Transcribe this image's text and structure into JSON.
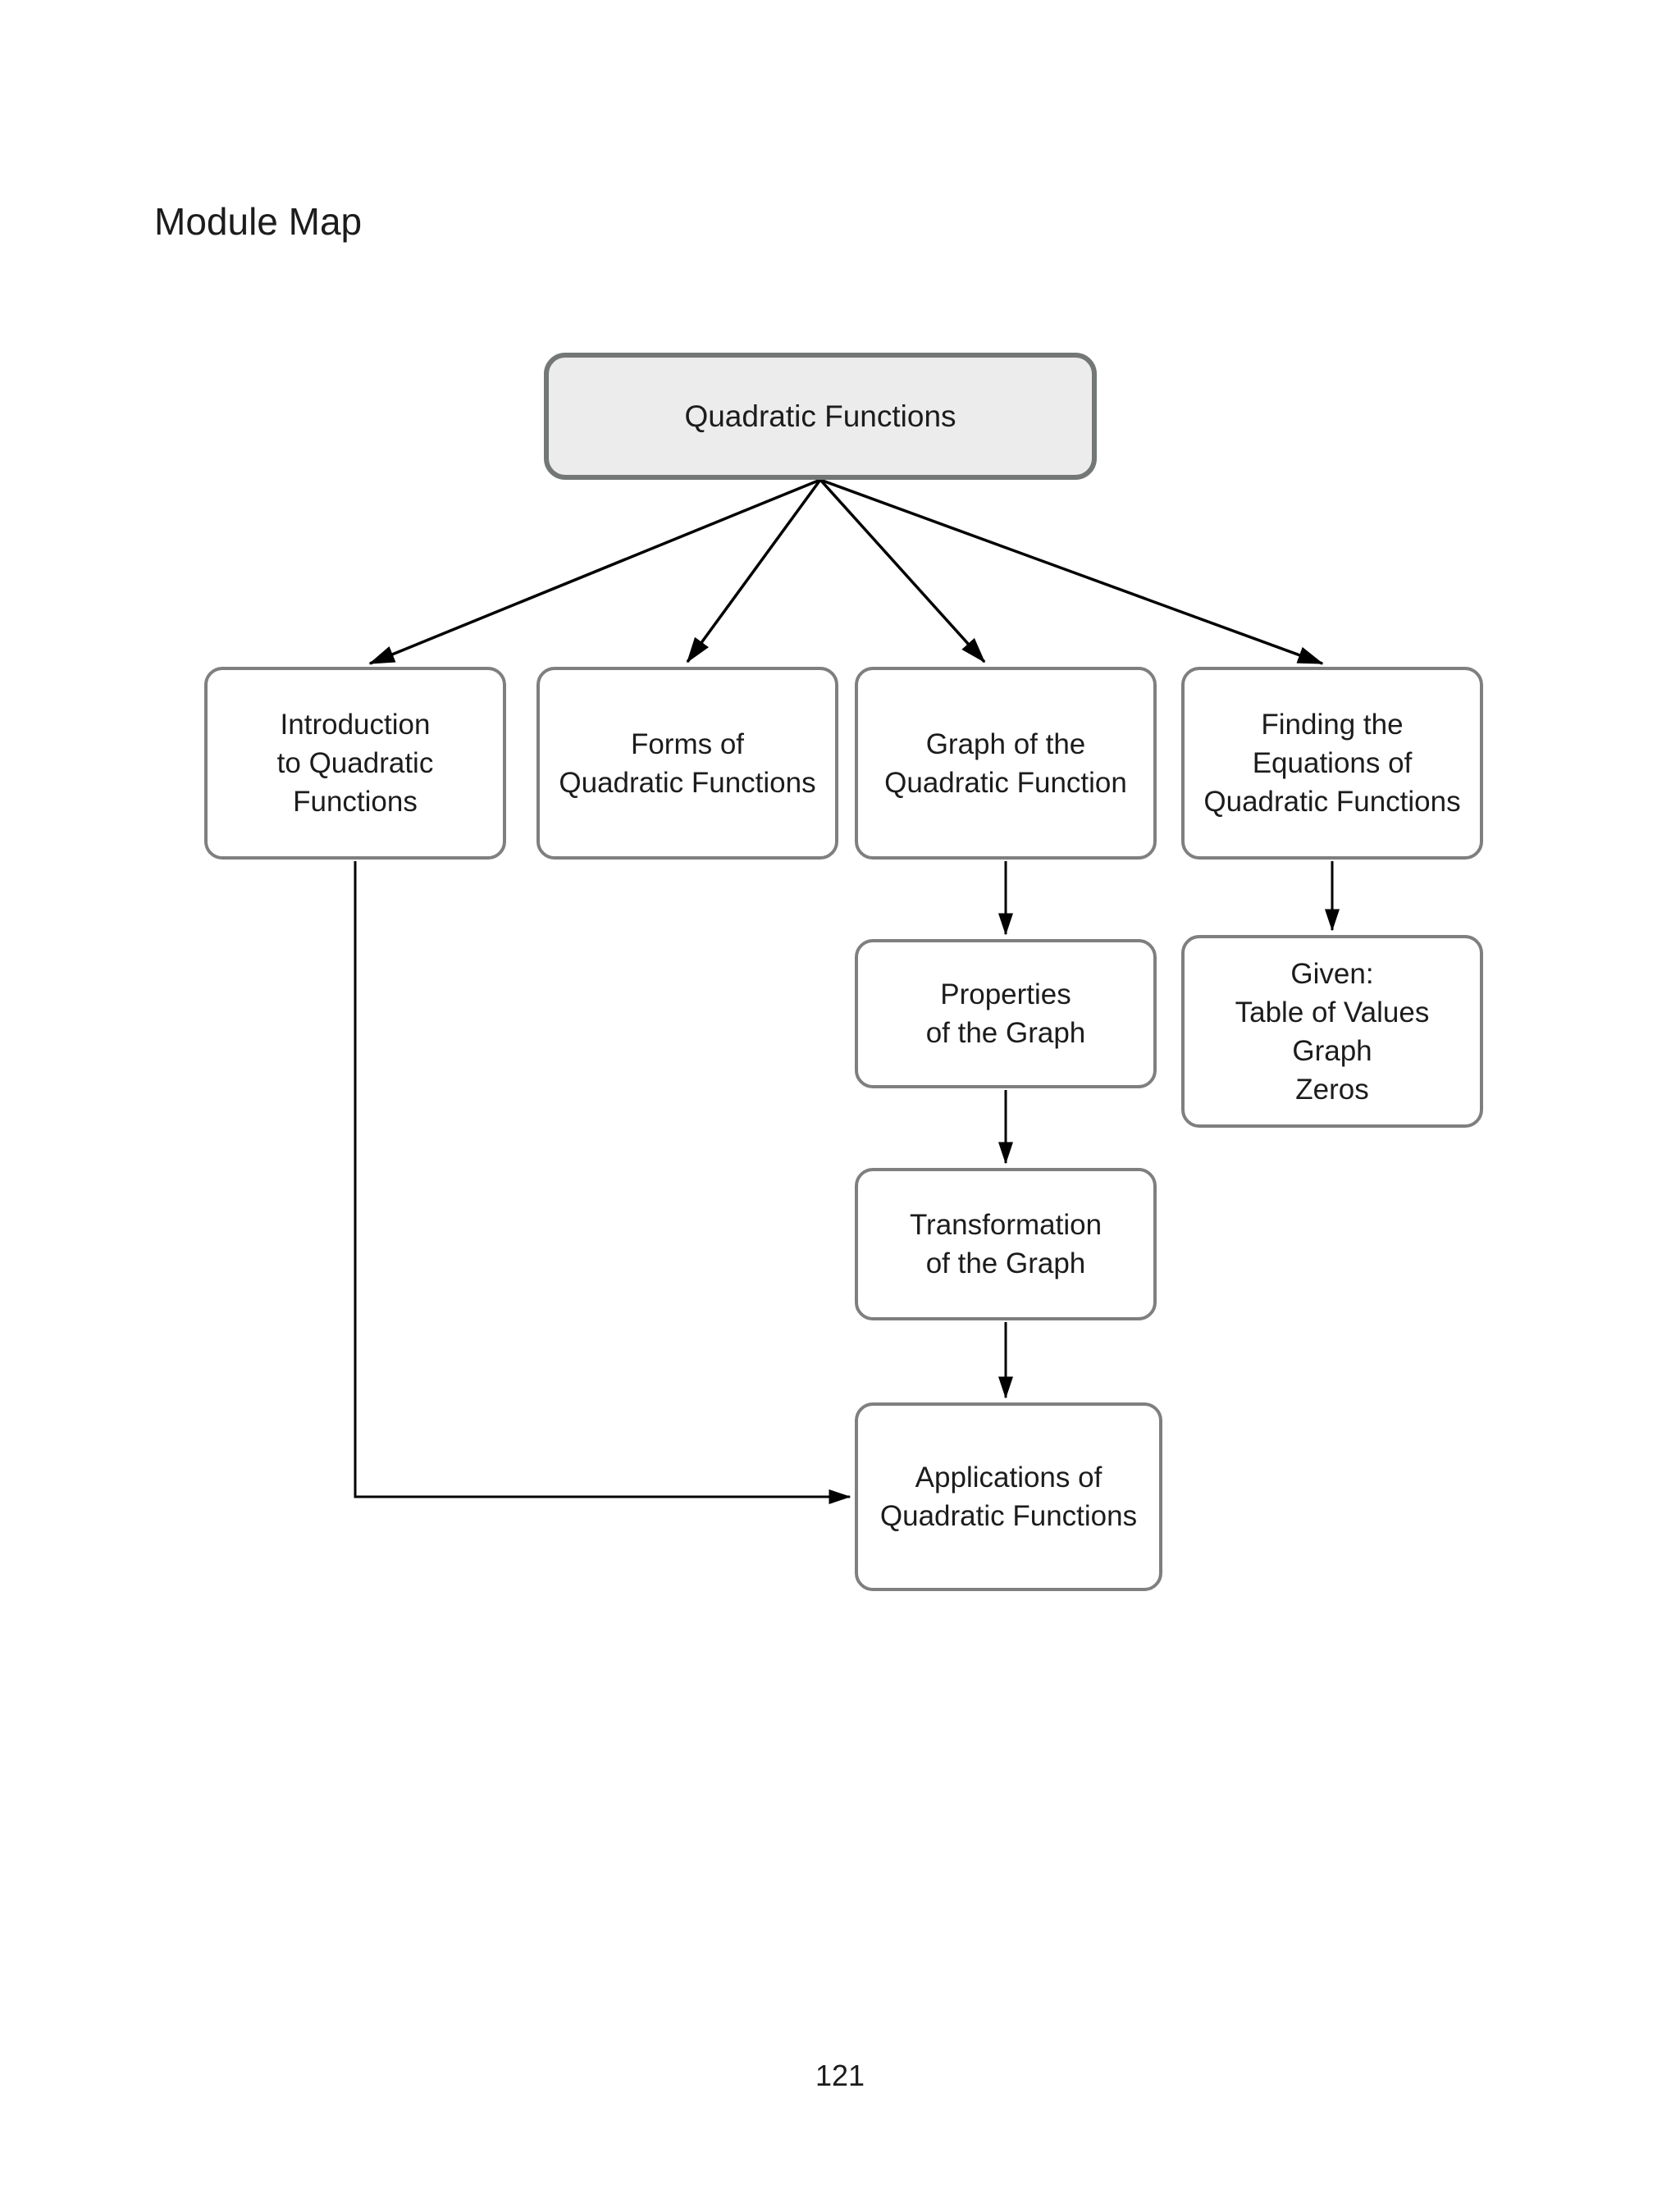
{
  "page": {
    "title": "Module Map",
    "page_number": "121"
  },
  "colors": {
    "text": "#1c1c1c",
    "line": "#000000",
    "root_fill": "#ececec",
    "root_border": "#737776",
    "node_border": "#7f7f7f"
  },
  "diagram": {
    "root": {
      "id": "quadratic-functions",
      "label": "Quadratic Functions"
    },
    "nodes": [
      {
        "id": "introduction",
        "lines": [
          "Introduction",
          "to Quadratic",
          "Functions"
        ]
      },
      {
        "id": "forms",
        "lines": [
          "Forms of",
          "Quadratic Functions"
        ]
      },
      {
        "id": "graph",
        "lines": [
          "Graph of the",
          "Quadratic Function"
        ]
      },
      {
        "id": "finding",
        "lines": [
          "Finding the",
          "Equations of",
          "Quadratic Functions"
        ]
      },
      {
        "id": "properties",
        "lines": [
          "Properties",
          "of the Graph"
        ]
      },
      {
        "id": "given",
        "lines": [
          "Given:",
          "Table of Values",
          "Graph",
          "Zeros"
        ]
      },
      {
        "id": "transformation",
        "lines": [
          "Transformation",
          "of the Graph"
        ]
      },
      {
        "id": "applications",
        "lines": [
          "Applications of",
          "Quadratic Functions"
        ]
      }
    ]
  }
}
